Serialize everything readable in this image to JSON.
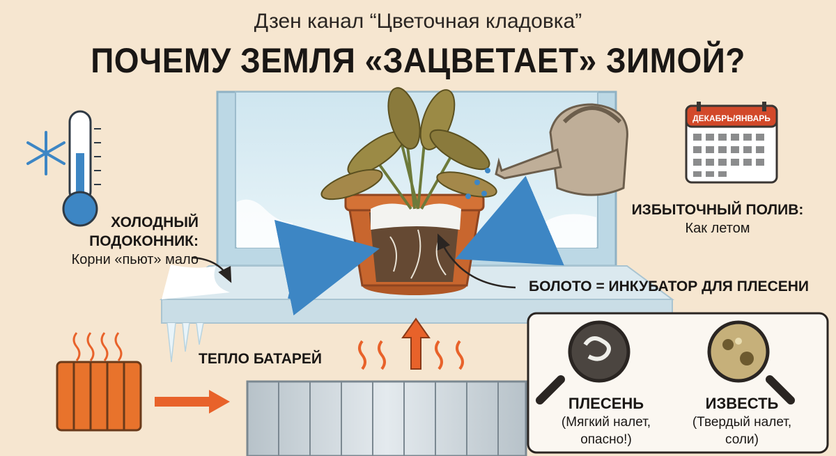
{
  "header": {
    "subtitle": "Дзен канал “Цветочная кладовка”",
    "title": "ПОЧЕМУ ЗЕМЛЯ «ЗАЦВЕТАЕТ» ЗИМОЙ?"
  },
  "cold_windowsill": {
    "title_line1": "ХОЛОДНЫЙ",
    "title_line2": "ПОДОКОННИК:",
    "description": "Корни «пьют» мало",
    "icon": "thermometer-snowflake-icon"
  },
  "overwatering": {
    "title": "ИЗБЫТОЧНЫЙ ПОЛИВ:",
    "description": "Как летом",
    "calendar_header": "ДЕКАБРЬ/ЯНВАРЬ",
    "icons": [
      "watering-can-icon",
      "calendar-icon"
    ]
  },
  "swamp_label": "БОЛОТО = ИНКУБАТОР ДЛЯ ПЛЕСЕНИ",
  "radiator_heat_label": "ТЕПЛО БАТАРЕЙ",
  "comparison": {
    "mold": {
      "title": "ПЛЕСЕНЬ",
      "description": "(Мягкий налет, опасно!)",
      "icon": "magnifier-mold-icon"
    },
    "lime": {
      "title": "ИЗВЕСТЬ",
      "description": "(Твердый налет, соли)",
      "icon": "magnifier-salt-icon"
    }
  },
  "colors": {
    "background": "#f6e6d0",
    "arrow_blue": "#3d86c4",
    "arrow_orange": "#e8622a",
    "pot": "#c8662e",
    "leaf": "#8a7a3c"
  }
}
